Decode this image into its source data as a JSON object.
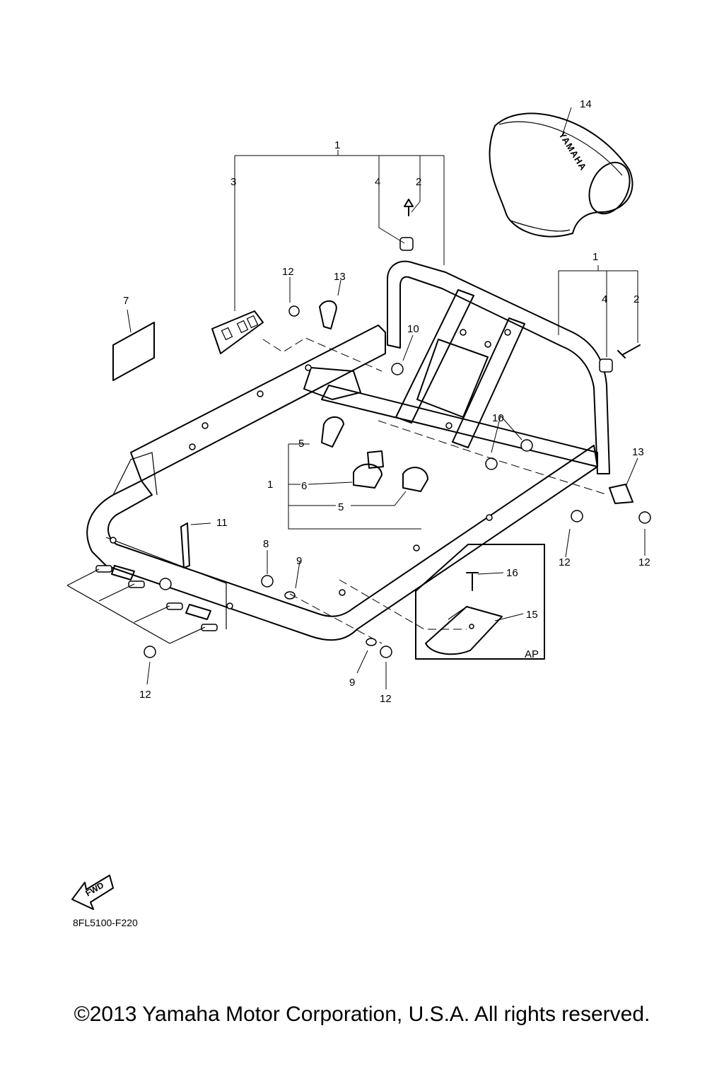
{
  "callouts": {
    "c1_top": "1",
    "c3": "3",
    "c4_top": "4",
    "c2_top": "2",
    "c14": "14",
    "c1_right": "1",
    "c4_right": "4",
    "c2_right": "2",
    "c12_top": "12",
    "c13_top": "13",
    "c7": "7",
    "c10_mid": "10",
    "c10_right": "10",
    "c13_right": "13",
    "c5_top": "5",
    "c1_left": "1",
    "c6": "6",
    "c5_bottom": "5",
    "c11": "11",
    "c8": "8",
    "c9_mid": "9",
    "c16": "16",
    "c15": "15",
    "ap": "AP",
    "c12_r1": "12",
    "c12_r2": "12",
    "c12_bl": "12",
    "c9_bottom": "9",
    "c12_bottom": "12"
  },
  "seat_cover_logo": "YAMAHA",
  "fwd_label": "FWD",
  "diagram_code": "8FL5100-F220",
  "copyright": "©2013 Yamaha Motor Corporation, U.S.A. All rights reserved."
}
